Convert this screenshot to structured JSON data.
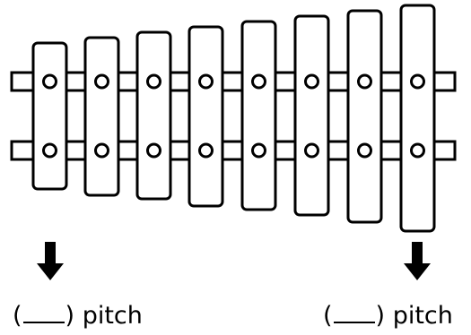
{
  "colors": {
    "stroke": "#000000",
    "fill": "#ffffff"
  },
  "xylophone": {
    "bar_count": 8
  },
  "icons": {
    "left_arrow": "down-arrow-icon",
    "right_arrow": "down-arrow-icon"
  },
  "labels": {
    "left": {
      "open": "(",
      "close": ")",
      "word": "pitch"
    },
    "right": {
      "open": "(",
      "close": ")",
      "word": "pitch"
    }
  }
}
